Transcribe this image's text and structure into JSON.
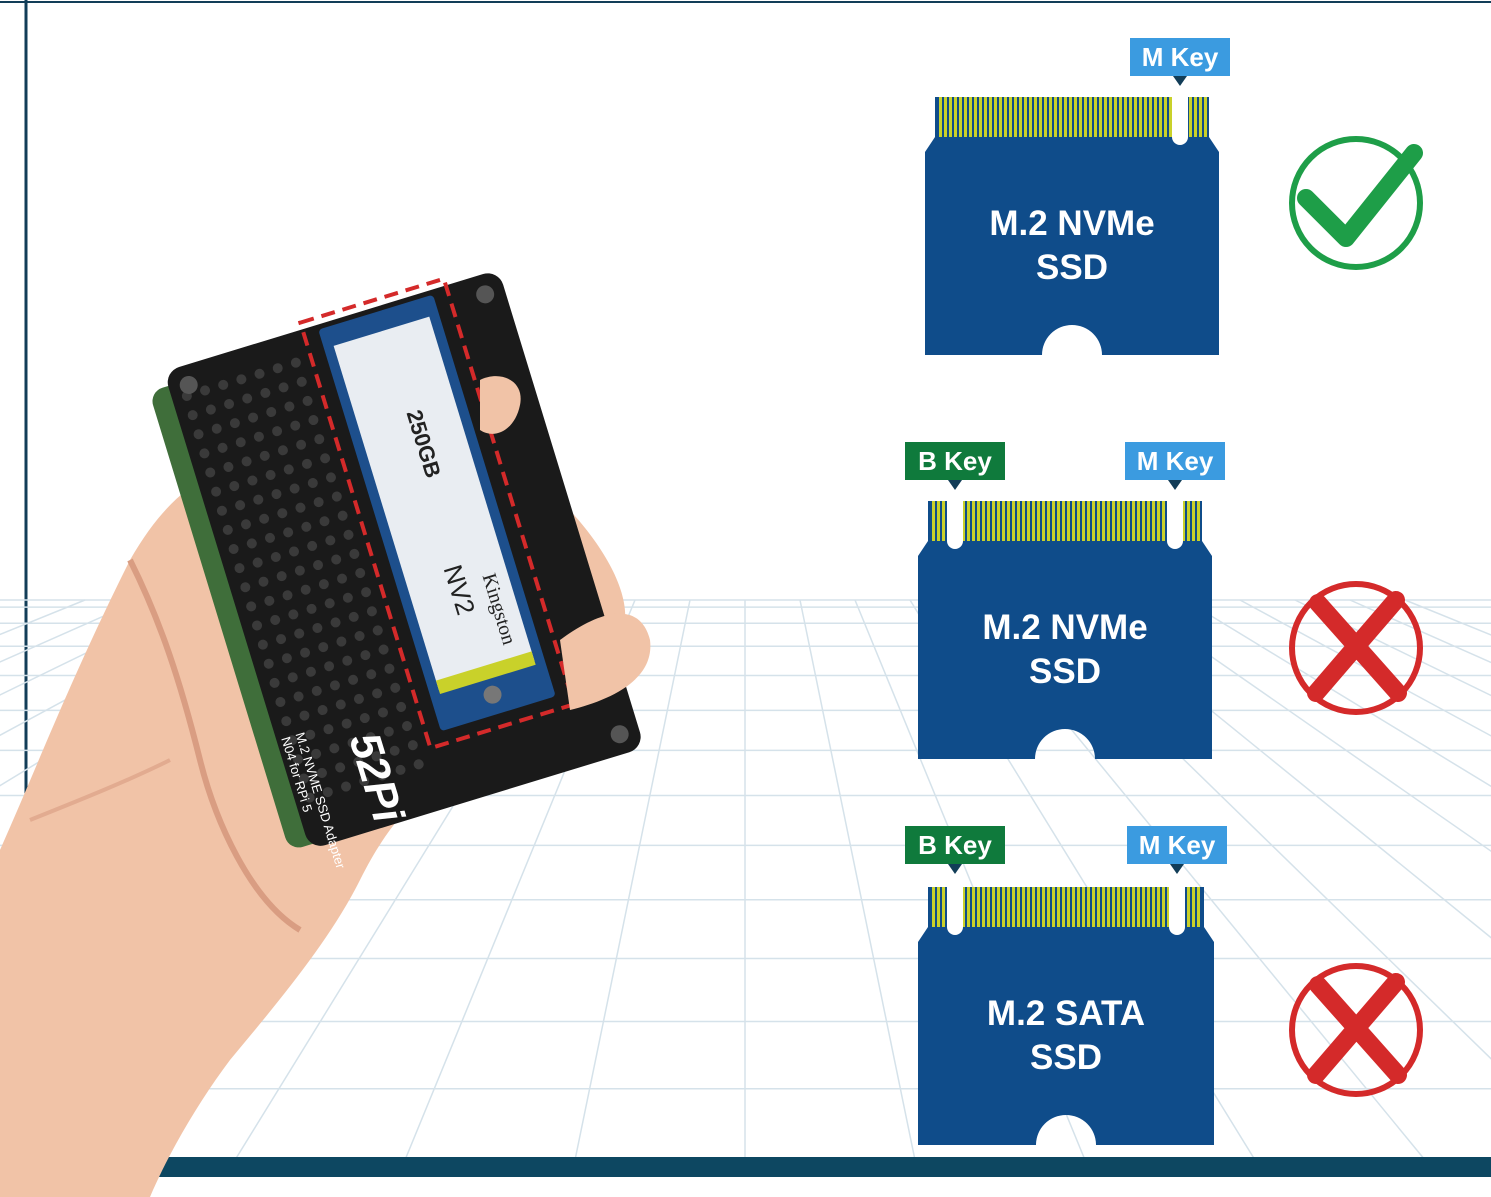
{
  "colors": {
    "card": "#0f4c8a",
    "pins": "#c9d12a",
    "b_key": "#0f7a3c",
    "m_key": "#3b9be0",
    "ok": "#1e9e48",
    "bad": "#d42a2a",
    "bottom_bar": "#0d4761",
    "grid": "#d5e2ea"
  },
  "product_photo": {
    "ssd_brand": "Kingston",
    "ssd_model": "NV2",
    "ssd_capacity": "250GB",
    "board_name": "52Pi",
    "board_caption": "M.2 NVME SSD Adapter",
    "board_subcaption": "N04 for RPi 5"
  },
  "cards": [
    {
      "line1": "M.2 NVMe",
      "line2": "SSD",
      "keys": [
        {
          "label": "M Key",
          "type": "m"
        }
      ],
      "verdict": "compatible",
      "verdict_icon": "check-circle-icon"
    },
    {
      "line1": "M.2 NVMe",
      "line2": "SSD",
      "keys": [
        {
          "label": "B Key",
          "type": "b"
        },
        {
          "label": "M Key",
          "type": "m"
        }
      ],
      "verdict": "incompatible",
      "verdict_icon": "cross-circle-icon"
    },
    {
      "line1": "M.2 SATA",
      "line2": "SSD",
      "keys": [
        {
          "label": "B Key",
          "type": "b"
        },
        {
          "label": "M Key",
          "type": "m"
        }
      ],
      "verdict": "incompatible",
      "verdict_icon": "cross-circle-icon"
    }
  ]
}
